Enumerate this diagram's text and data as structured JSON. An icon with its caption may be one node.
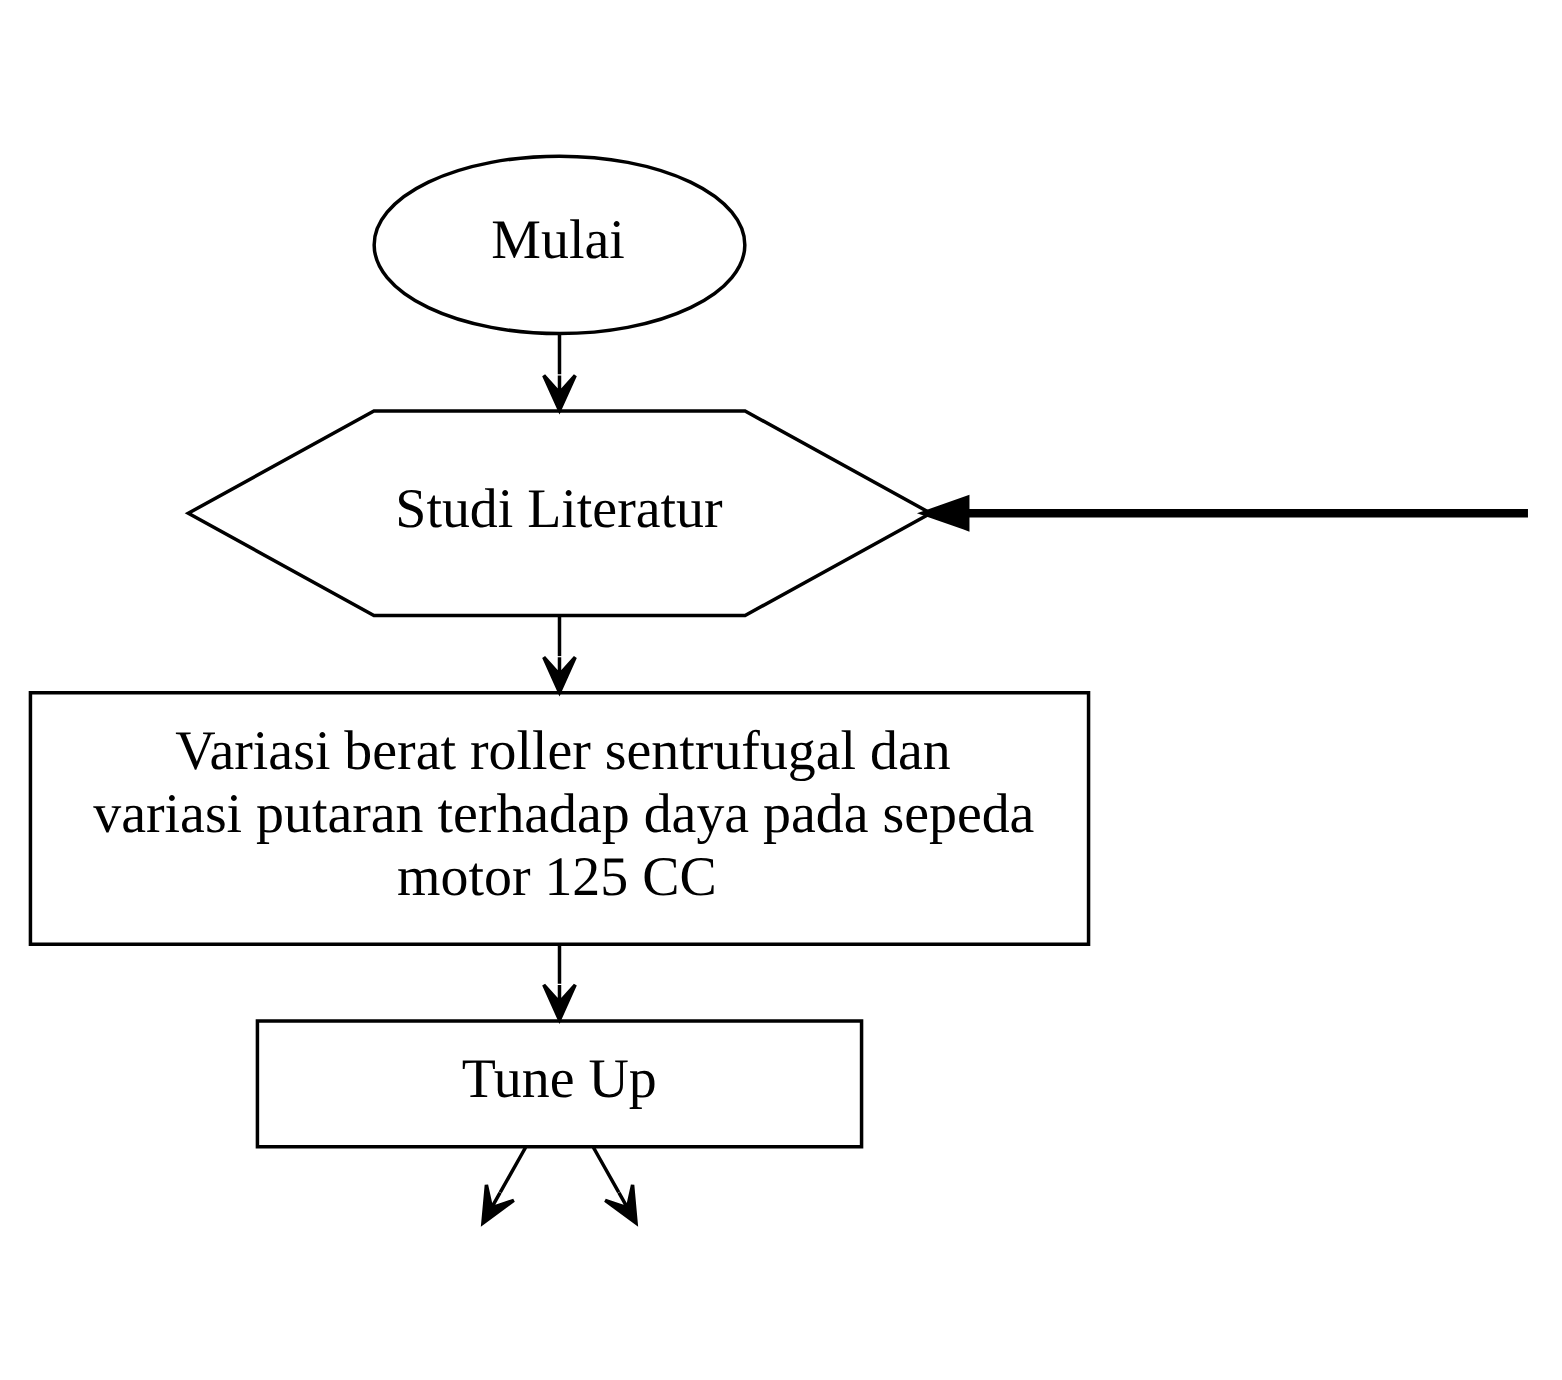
{
  "diagram": {
    "nodes": [
      {
        "text": [
          "Mulai"
        ]
      },
      {
        "text": [
          "Studi Literatur"
        ]
      },
      {
        "text": [
          "Variasi berat roller sentrufugal dan variasi putaran terhadap daya pada sepeda motor 125 CC"
        ]
      },
      {
        "text": [
          "Tune Up"
        ]
      }
    ],
    "edges": [
      {
        "from": 0,
        "to": 1,
        "arrow": "to"
      },
      {
        "from": null,
        "to": 1,
        "arrow": "to",
        "style": "thick"
      },
      {
        "from": 1,
        "to": 2,
        "arrow": "to"
      },
      {
        "from": 2,
        "to": 3,
        "arrow": "to"
      },
      {
        "from": 3,
        "to": null,
        "arrow": "to"
      },
      {
        "from": 3,
        "to": null,
        "arrow": "to"
      }
    ]
  }
}
